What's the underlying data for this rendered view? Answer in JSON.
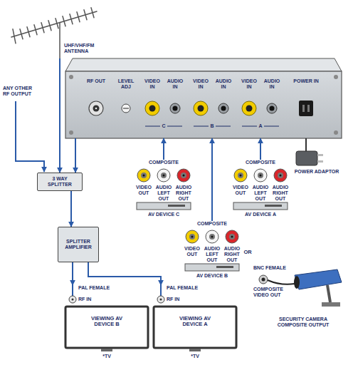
{
  "diagram": {
    "nodes": [
      {
        "text": [
          "UHF/VHF/FM ANTENNA"
        ]
      },
      {
        "text": [
          "RF OUT",
          "LEVEL ADJ",
          "VIDEO IN",
          "AUDIO IN",
          "C",
          "VIDEO IN",
          "AUDIO IN",
          "B",
          "VIDEO IN",
          "AUDIO IN",
          "A",
          "POWER IN"
        ]
      },
      {
        "text": [
          "POWER ADAPTOR"
        ]
      },
      {
        "text": [
          "COMPOSITE",
          "VIDEO OUT",
          "AUDIO LEFT OUT",
          "AUDIO RIGHT OUT",
          "AV DEVICE C"
        ]
      },
      {
        "text": [
          "COMPOSITE",
          "VIDEO OUT",
          "AUDIO LEFT OUT",
          "AUDIO RIGHT OUT",
          "AV DEVICE A"
        ]
      },
      {
        "text": [
          "3 WAY SPLITTER"
        ]
      },
      {
        "text": [
          "SPLITTER AMPLIFIER"
        ]
      },
      {
        "text": [
          "COMPOSITE",
          "VIDEO OUT",
          "AUDIO LEFT OUT",
          "AUDIO RIGHT OUT",
          "AV DEVICE B"
        ]
      },
      {
        "text": [
          "BNC FEMALE",
          "COMPOSITE VIDEO OUT",
          "SECURITY CAMERA COMPOSITE OUTPUT"
        ]
      },
      {
        "text": [
          "PAL FEMALE",
          "RF IN",
          "VIEWING AV DEVICE B",
          "*TV"
        ]
      },
      {
        "text": [
          "PAL FEMALE",
          "RF IN",
          "VIEWING AV DEVICE A",
          "*TV"
        ]
      }
    ],
    "edges": [
      {
        "from": 0,
        "to": 5,
        "arrow": "to"
      },
      {
        "from": 1,
        "to": 5,
        "arrow": "to"
      },
      {
        "from": 5,
        "to": 6,
        "arrow": "to"
      },
      {
        "from": 6,
        "to": 9,
        "arrow": "to"
      },
      {
        "from": 6,
        "to": 10,
        "arrow": "to"
      },
      {
        "from": 3,
        "to": 1,
        "arrow": "to"
      },
      {
        "from": 7,
        "to": 1,
        "arrow": "to"
      },
      {
        "from": 4,
        "to": 1,
        "arrow": "to"
      },
      {
        "from": 2,
        "to": 1,
        "arrow": "none"
      }
    ],
    "labels": [
      "ANY OTHER RF OUTPUT",
      "OR"
    ]
  }
}
